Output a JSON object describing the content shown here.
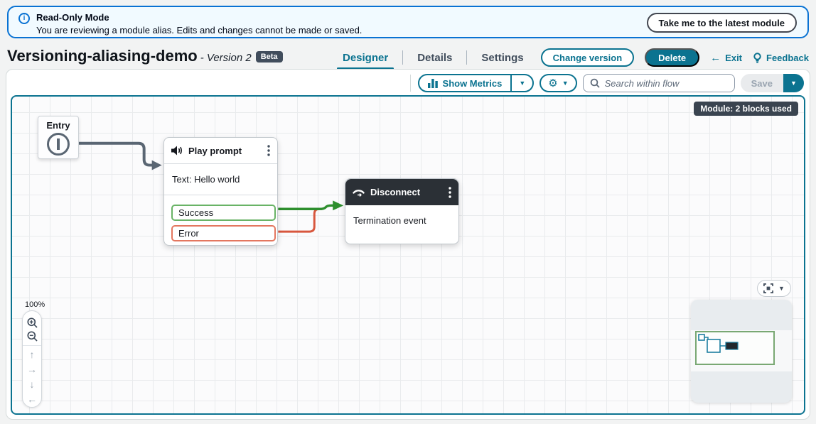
{
  "banner": {
    "title": "Read-Only Mode",
    "message": "You are reviewing a module alias. Edits and changes cannot be made or saved.",
    "action_label": "Take me to the latest module"
  },
  "header": {
    "title": "Versioning-aliasing-demo",
    "version": "- Version 2",
    "beta_label": "Beta",
    "tabs": [
      {
        "label": "Designer",
        "active": true
      },
      {
        "label": "Details",
        "active": false
      },
      {
        "label": "Settings",
        "active": false
      }
    ],
    "actions": {
      "change_version": "Change version",
      "delete": "Delete",
      "exit": "Exit",
      "exit_arrow": "←",
      "feedback": "Feedback"
    }
  },
  "toolbar": {
    "show_metrics_label": "Show Metrics",
    "search_placeholder": "Search within flow",
    "save_label": "Save",
    "caret": "▼"
  },
  "canvas": {
    "module_badge": "Module: 2 blocks used",
    "zoom_level": "100%",
    "pan_arrows": {
      "up": "↑",
      "right": "→",
      "down": "↓",
      "left": "←"
    },
    "blocks": {
      "entry": {
        "label": "Entry"
      },
      "play_prompt": {
        "title": "Play prompt",
        "body": "Text: Hello world",
        "branches": [
          {
            "label": "Success"
          },
          {
            "label": "Error"
          }
        ]
      },
      "disconnect": {
        "title": "Disconnect",
        "body": "Termination event"
      }
    }
  },
  "colors": {
    "accent_teal": "#0b7390",
    "banner_blue": "#0972d3",
    "banner_bg": "#f1faff",
    "success_line": "#2e8f2e",
    "success_border": "#69b366",
    "error_line": "#d8573e",
    "error_border": "#e4775f",
    "connector_gray": "#5a6673",
    "dark_header": "#2b3036",
    "badge_dark": "#3a4450"
  }
}
